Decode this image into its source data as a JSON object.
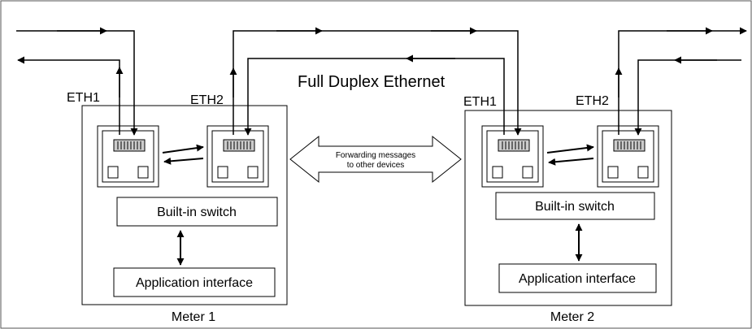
{
  "title": "Full Duplex Ethernet",
  "forwarding_label_line1": "Forwarding messages",
  "forwarding_label_line2": "to other devices",
  "meters": [
    {
      "name": "Meter 1",
      "port1_label": "ETH1",
      "port2_label": "ETH2",
      "switch_label": "Built-in switch",
      "app_label": "Application interface"
    },
    {
      "name": "Meter 2",
      "port1_label": "ETH1",
      "port2_label": "ETH2",
      "switch_label": "Built-in switch",
      "app_label": "Application interface"
    }
  ],
  "colors": {
    "line": "#000000",
    "port_fill": "#d9d9d9",
    "background": "#ffffff"
  }
}
